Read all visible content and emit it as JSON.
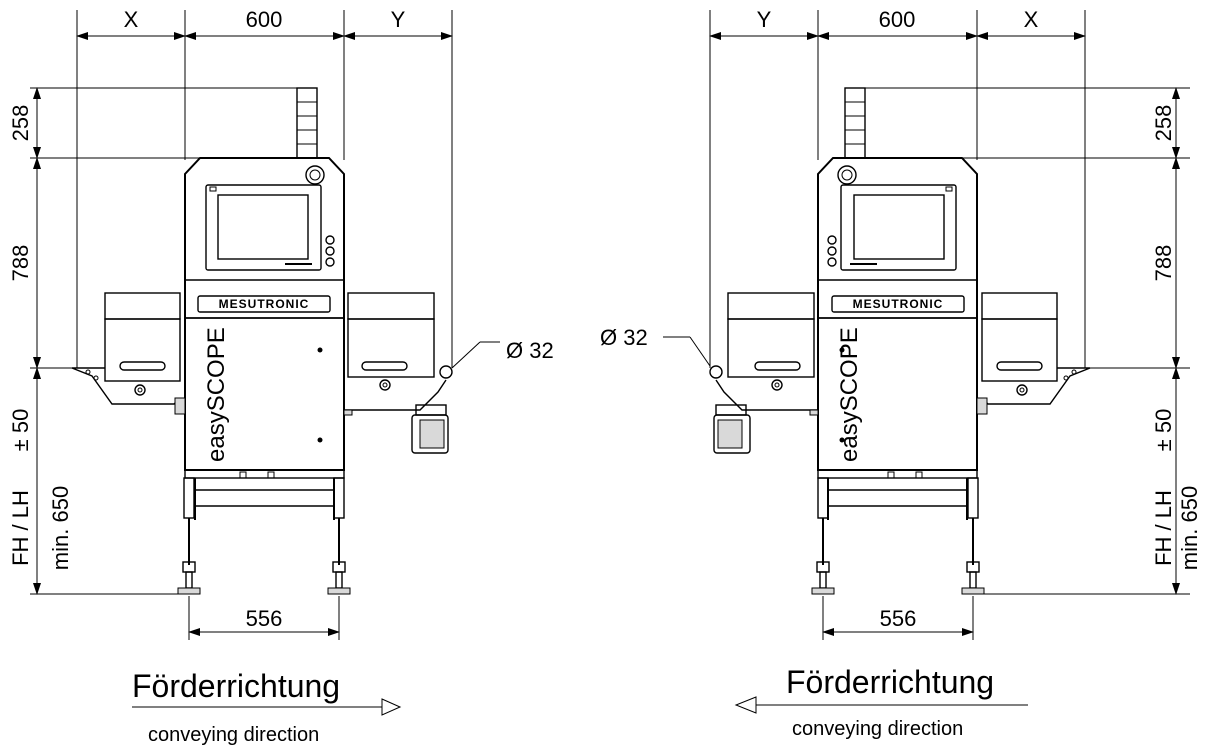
{
  "dimensions": {
    "x": "X",
    "y": "Y",
    "width": "600",
    "top_height": "258",
    "cabinet_height": "788",
    "tolerance": "± 50",
    "conveyor_height": "FH / LH",
    "min_height": "min. 650",
    "pipe_diameter": "Ø 32",
    "leg_spacing": "556"
  },
  "machine": {
    "brand": "MESUTRONIC",
    "model_prefix": "easy",
    "model_name": "SCOPE"
  },
  "direction": {
    "label_de": "Förderrichtung",
    "label_en": "conveying direction"
  }
}
